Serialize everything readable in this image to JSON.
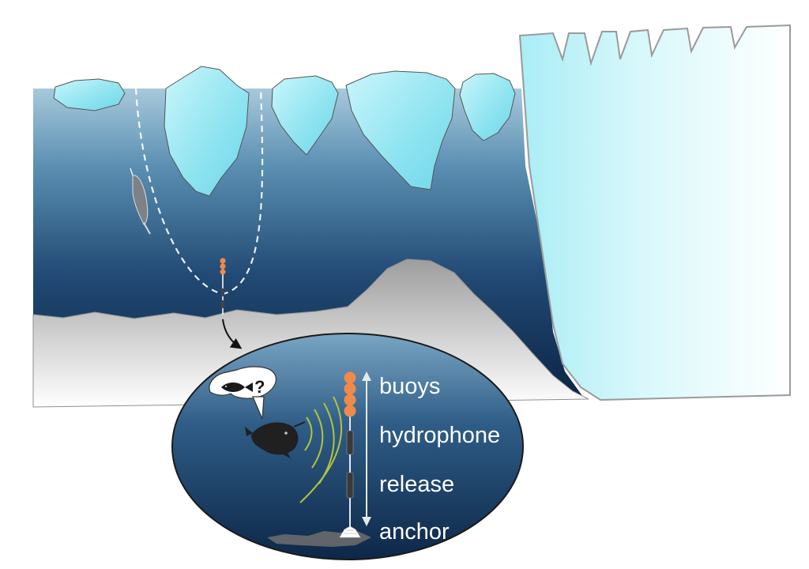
{
  "inset": {
    "labels": {
      "buoys": "buoys",
      "hydrophone": "hydrophone",
      "release": "release",
      "anchor": "anchor"
    },
    "speech_text": "?"
  },
  "icons": {
    "narwhal": "narwhal-icon",
    "fish": "fish-icon",
    "mooring": "mooring-icon"
  },
  "colors": {
    "ice": "#8fe6f2",
    "ocean_top": "#9cc2d9",
    "ocean_bottom": "#0e2a4e",
    "seafloor": "#b8b8b8",
    "buoy": "#f08a4b",
    "sound_wave": "#b4c33a",
    "label_text": "#ffffff"
  }
}
